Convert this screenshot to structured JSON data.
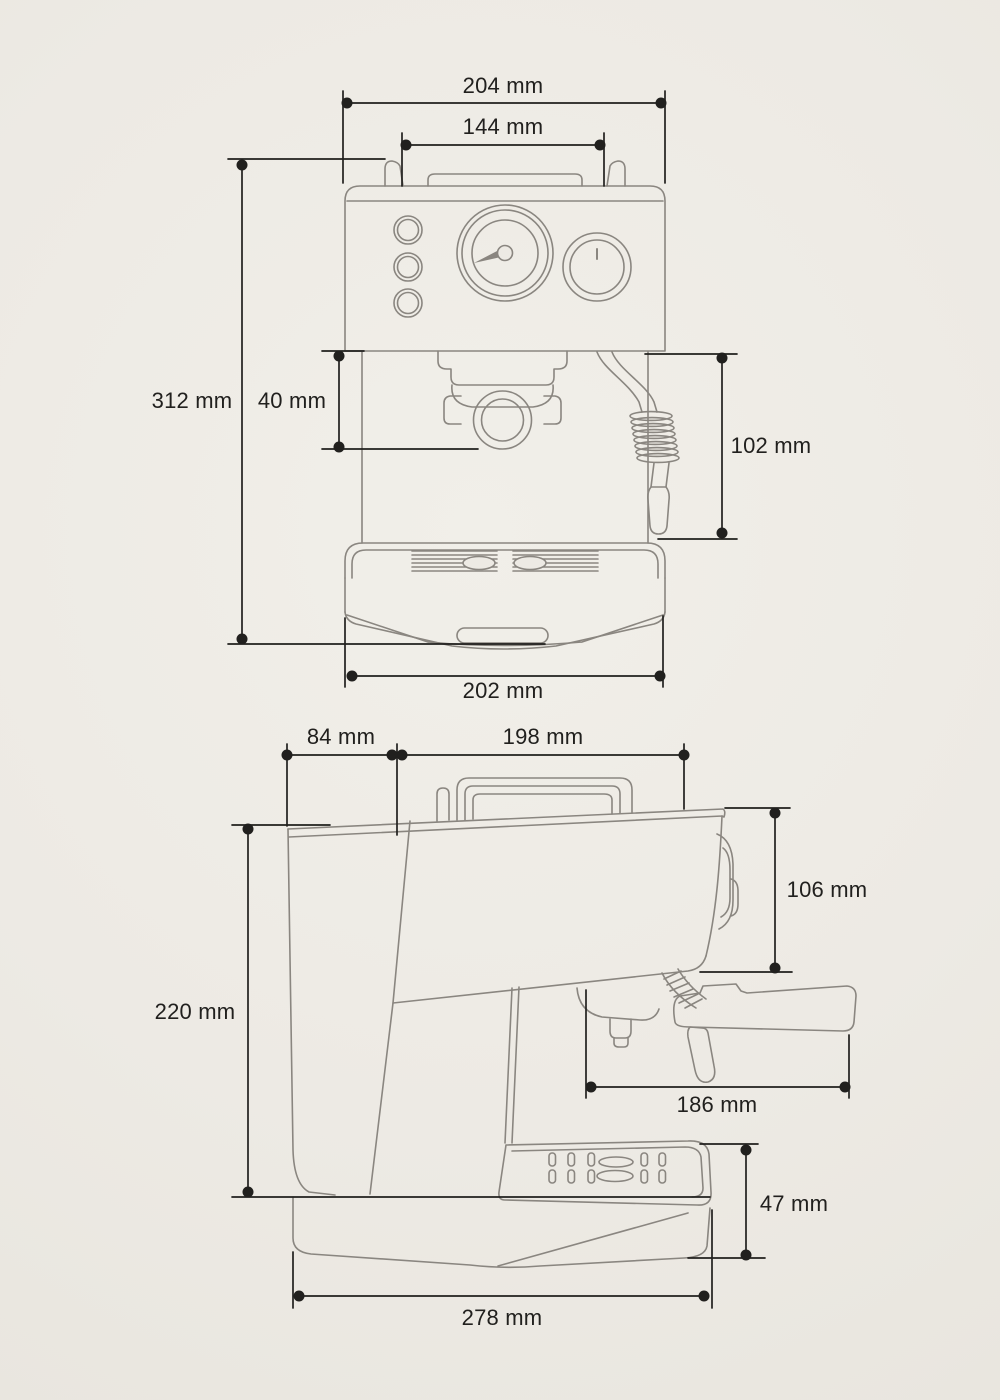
{
  "document": {
    "type": "product-dimension-diagram",
    "subject": "espresso-machine",
    "unit": "mm",
    "background_color": "#edeae4",
    "sketch_line_color": "#8a8680",
    "dimension_line_color": "#21201e",
    "text_color": "#21201e"
  },
  "front_view": {
    "label": "front-view",
    "dims": {
      "overall_width": "204 mm",
      "tank_width": "144 mm",
      "overall_height": "312 mm",
      "grouphead_clearance": "40 mm",
      "steam_wand_height": "102 mm",
      "base_width": "202 mm"
    }
  },
  "side_view": {
    "label": "side-view",
    "dims": {
      "tank_depth": "84 mm",
      "body_depth": "198 mm",
      "head_height": "106 mm",
      "body_height": "220 mm",
      "portafilter_length": "186 mm",
      "drip_tray_height": "47 mm",
      "overall_depth": "278 mm"
    }
  }
}
